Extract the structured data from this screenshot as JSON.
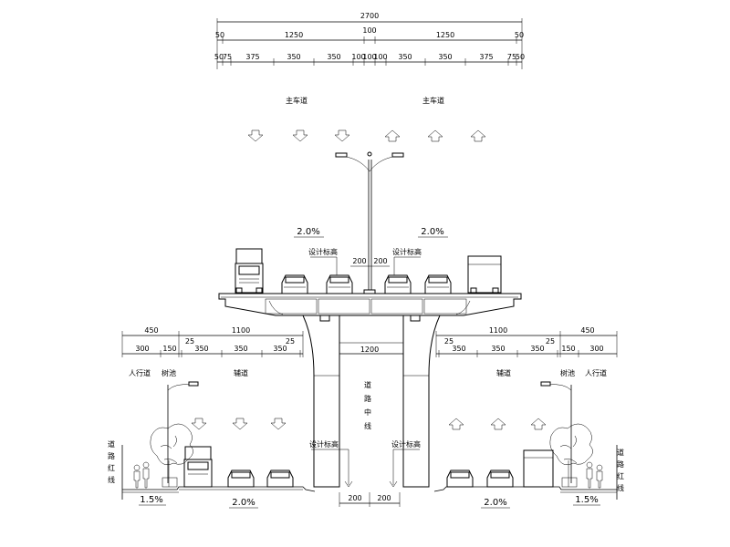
{
  "top_dimensions": {
    "total": "2700",
    "row2": [
      "50",
      "1250",
      "100",
      "1250",
      "50"
    ],
    "row3": [
      "50",
      "75",
      "375",
      "350",
      "350",
      "100",
      "100",
      "100",
      "350",
      "350",
      "375",
      "75",
      "50"
    ]
  },
  "upper_labels": {
    "left_main": "主车道",
    "right_main": "主车道",
    "left_slope": "2.0%",
    "right_slope": "2.0%",
    "left_design": "设计标高",
    "right_design": "设计标高",
    "left_200": "200",
    "right_200": "200"
  },
  "ground_dimensions": {
    "left_top": "450",
    "left_1100": "1100",
    "right_1100": "1100",
    "right_top": "450",
    "center": "1200",
    "left_row": [
      "300",
      "150",
      "25",
      "350",
      "350",
      "350",
      "25"
    ],
    "right_row": [
      "25",
      "350",
      "350",
      "350",
      "25",
      "150",
      "300"
    ]
  },
  "ground_labels": {
    "left_sidewalk": "人行道",
    "left_tree_pit": "树池",
    "left_aux": "辅道",
    "right_aux": "辅道",
    "right_tree_pit": "树池",
    "right_sidewalk": "人行道",
    "center_line_chars": [
      "道",
      "路",
      "中",
      "线"
    ],
    "left_redline_chars": [
      "道",
      "路",
      "红",
      "线"
    ],
    "right_redline_chars": [
      "道",
      "路",
      "红",
      "线"
    ],
    "left_pier_design": "设计标高",
    "right_pier_design": "设计标高",
    "bottom_left_200": "200",
    "bottom_right_200": "200",
    "left_sidewalk_slope": "1.5%",
    "left_road_slope": "2.0%",
    "right_road_slope": "2.0%",
    "right_sidewalk_slope": "1.5%"
  },
  "colors": {
    "line": "#000000",
    "background": "#ffffff"
  }
}
